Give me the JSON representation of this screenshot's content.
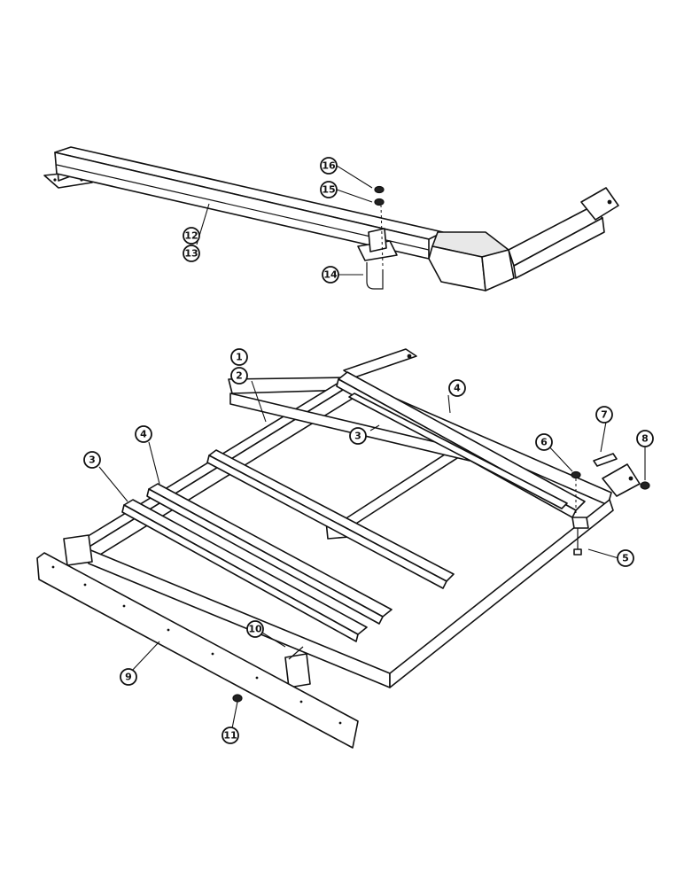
{
  "callouts": [
    {
      "id": "c1",
      "label": "1"
    },
    {
      "id": "c2",
      "label": "2"
    },
    {
      "id": "c3a",
      "label": "3"
    },
    {
      "id": "c3b",
      "label": "3"
    },
    {
      "id": "c4a",
      "label": "4"
    },
    {
      "id": "c4b",
      "label": "4"
    },
    {
      "id": "c5",
      "label": "5"
    },
    {
      "id": "c6",
      "label": "6"
    },
    {
      "id": "c7",
      "label": "7"
    },
    {
      "id": "c8",
      "label": "8"
    },
    {
      "id": "c9",
      "label": "9"
    },
    {
      "id": "c10",
      "label": "10"
    },
    {
      "id": "c11",
      "label": "11"
    },
    {
      "id": "c12",
      "label": "12"
    },
    {
      "id": "c13",
      "label": "13"
    },
    {
      "id": "c14",
      "label": "14"
    },
    {
      "id": "c15",
      "label": "15"
    },
    {
      "id": "c16",
      "label": "16"
    }
  ]
}
